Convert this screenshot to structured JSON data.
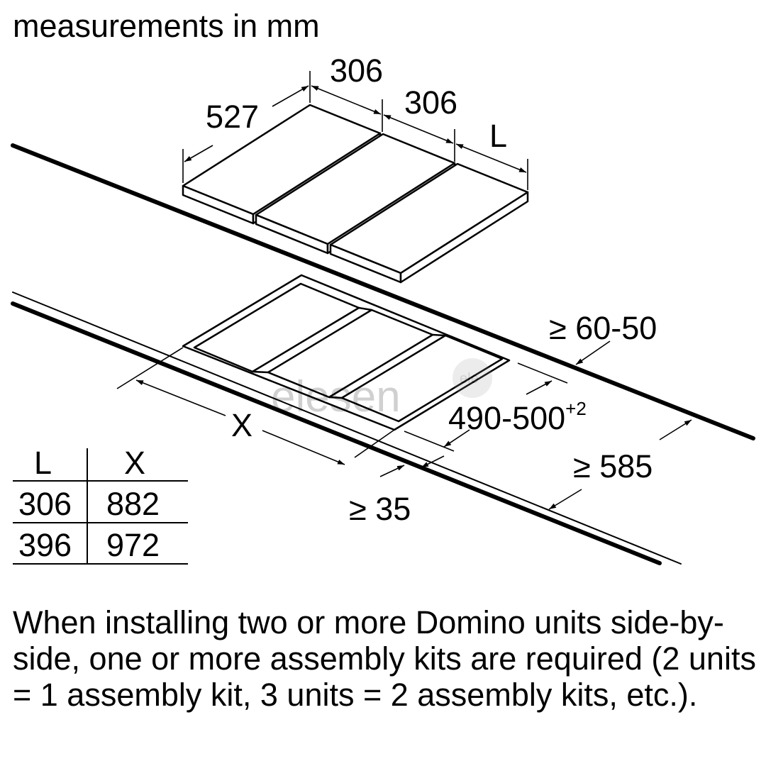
{
  "title": "measurements in mm",
  "dimensions": {
    "depth": "527",
    "width_1": "306",
    "width_2": "306",
    "width_L": "L",
    "front_gap": "≥ 60-50",
    "cutout_depth": "490-500",
    "cutout_depth_tolerance": "+2",
    "cutout_width": "X",
    "worktop_depth": "≥ 585",
    "edge_distance": "≥ 35"
  },
  "table": {
    "headers": [
      "L",
      "X"
    ],
    "rows": [
      [
        "306",
        "882"
      ],
      [
        "396",
        "972"
      ]
    ]
  },
  "watermark": "elesen",
  "watermark_badge": "ele",
  "note": "When installing two or more Domino units side-by-side, one or more assembly kits are required (2 units = 1 assembly kit, 3 units = 2 assembly kits, etc.)."
}
